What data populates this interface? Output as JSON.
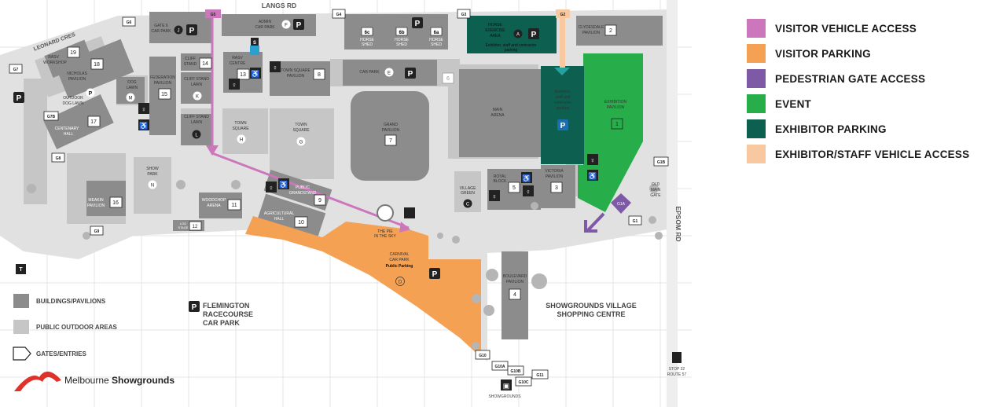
{
  "colors": {
    "visitor_vehicle_access": "#cc77bb",
    "visitor_parking": "#f4a153",
    "pedestrian_gate_access": "#7e5aa6",
    "event": "#27ae4a",
    "exhibitor_parking": "#0d5f4f",
    "exhibitor_staff_vehicle_access": "#f8c9a0",
    "building": "#8c8c8c",
    "outdoor": "#c6c6c6",
    "site": "#e1e1e1"
  },
  "legend": [
    {
      "label": "VISITOR VEHICLE ACCESS",
      "color": "#cc77bb"
    },
    {
      "label": "VISITOR PARKING",
      "color": "#f4a153"
    },
    {
      "label": "PEDESTRIAN GATE ACCESS",
      "color": "#7e5aa6"
    },
    {
      "label": "EVENT",
      "color": "#27ae4a"
    },
    {
      "label": "EXHIBITOR PARKING",
      "color": "#0d5f4f"
    },
    {
      "label": "EXHIBITOR/STAFF VEHICLE ACCESS",
      "color": "#f8c9a0"
    }
  ],
  "map_key": {
    "buildings": "BUILDINGS/PAVILIONS",
    "outdoor": "PUBLIC OUTDOOR AREAS",
    "gates": "GATES/ENTRIES"
  },
  "brand": {
    "prefix": "Melbourne ",
    "name": "Showgrounds"
  },
  "roads": {
    "langs": "LANGS RD",
    "epsom": "EPSOM RD",
    "leonard": "LEONARD CRES"
  },
  "external": {
    "racecourse_1": "FLEMINGTON",
    "racecourse_2": "RACECOURSE",
    "racecourse_3": "CAR PARK",
    "village_1": "SHOWGROUNDS VILLAGE",
    "village_2": "SHOPPING CENTRE",
    "station": "SHOWGROUNDS",
    "stop_1": "STOP 32",
    "stop_2": "ROUTE 57"
  },
  "buildings": {
    "main_arena": [
      "MAIN",
      "ARENA"
    ],
    "grand_pavilion": [
      "GRAND",
      "PAVILION"
    ],
    "exhibition_pavilion": [
      "EXHIBITION",
      "PAVILION"
    ],
    "exhibitor_parking": [
      "Exhibitor,",
      "staff and",
      "contractor",
      "parking"
    ],
    "horse_exercise": [
      "HORSE",
      "EXERCISE",
      "AREA",
      "Exhibitor, staff and contractor",
      "parking"
    ],
    "carnival": [
      "CARNIVAL",
      "CAR PARK",
      "Public Parking"
    ],
    "pie": [
      "THE PIE",
      "IN THE SKY"
    ],
    "victoria": [
      "VICTORIA",
      "PAVILION"
    ],
    "royal": [
      "ROYAL",
      "BLOCK"
    ],
    "village_green": [
      "VILLAGE",
      "GREEN"
    ],
    "boulevard": [
      "BOULEVARD",
      "PAVILION"
    ],
    "clydesdale": [
      "CLYDESDALE",
      "PAVILION"
    ],
    "admin": [
      "ADMIN",
      "CAR PARK"
    ],
    "gate6": [
      "GATE 6",
      "CAR PARK"
    ],
    "horse_sheds": [
      "HORSE",
      "SHED"
    ],
    "car_park": [
      "CAR PARK"
    ],
    "town_square_pavilion": [
      "TOWN SQUARE",
      "PAVILION"
    ],
    "town_square": [
      "TOWN",
      "SQUARE"
    ],
    "rasv_centre": [
      "RASV",
      "CENTRE"
    ],
    "cliff_stand": [
      "CLIFF",
      "STAND"
    ],
    "cliff_stand_lawn": [
      "CLIFF STAND",
      "LAWN"
    ],
    "cliff_stand_lawn2": [
      "CLIFF STAND",
      "LAWN"
    ],
    "federation": [
      "FEDERATION",
      "PAVILION"
    ],
    "dog_lawn": [
      "DOG",
      "LAWN"
    ],
    "outdoor_dog_lawn": [
      "OUTDOOR",
      "DOG LAWN"
    ],
    "rasv_workshop": [
      "RASV",
      "WORKSHOP"
    ],
    "nicholas": [
      "NICHOLAS",
      "PAVILION"
    ],
    "centenary": [
      "CENTENARY",
      "HALL"
    ],
    "show_park": [
      "SHOW",
      "PARK"
    ],
    "meakin": [
      "MEAKIN",
      "PAVILION"
    ],
    "woodchop": [
      "WOODCHOP",
      "ARENA"
    ],
    "public_grandstand": [
      "PUBLIC",
      "GRANDSTAND"
    ],
    "agricultural": [
      "AGRICULTURAL",
      "HALL"
    ],
    "log_stage": [
      "LOG",
      "STAGE"
    ],
    "old_main_gate": [
      "OLD",
      "MAIN",
      "GATE"
    ]
  },
  "numbers": [
    "1",
    "2",
    "3",
    "4",
    "5",
    "6",
    "7",
    "8",
    "9",
    "10",
    "11",
    "12",
    "13",
    "14",
    "15",
    "16",
    "17",
    "18",
    "19"
  ],
  "letters": {
    "a": "A",
    "c": "C",
    "d": "D",
    "e": "E",
    "f": "F",
    "g": "G",
    "h": "H",
    "j": "J",
    "k": "K",
    "l": "L",
    "m": "M",
    "n": "N",
    "p": "P",
    "s": "S"
  },
  "shed_codes": [
    "6c",
    "6b",
    "6a"
  ],
  "gates": {
    "g1": "G1",
    "g1b": "G1B",
    "g2": "G2",
    "g3": "G3",
    "g4": "G4",
    "g5": "G5",
    "g6": "G6",
    "g7": "G7",
    "g7b": "G7B",
    "g8": "G8",
    "g9": "G9",
    "g10": "G10",
    "g10a": "G10A",
    "g10b": "G10B",
    "g10c": "G10C",
    "g11": "G11",
    "g1a": "G1A",
    "t": "T"
  }
}
